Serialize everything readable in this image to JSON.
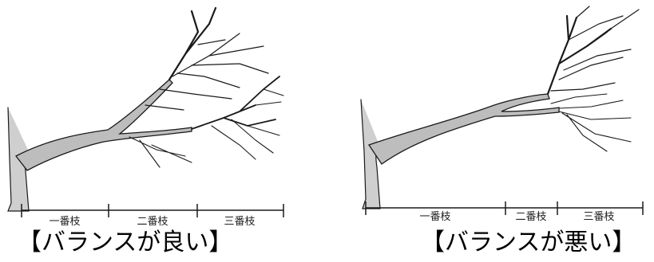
{
  "diagrams": [
    {
      "caption": "【バランスが良い】",
      "segments": [
        "一番枝",
        "二番枝",
        "三番枝"
      ]
    },
    {
      "caption": "【バランスが悪い】",
      "segments": [
        "一番枝",
        "二番枝",
        "三番枝"
      ]
    }
  ],
  "colors": {
    "ink": "#1a1a1a",
    "background": "#ffffff"
  }
}
